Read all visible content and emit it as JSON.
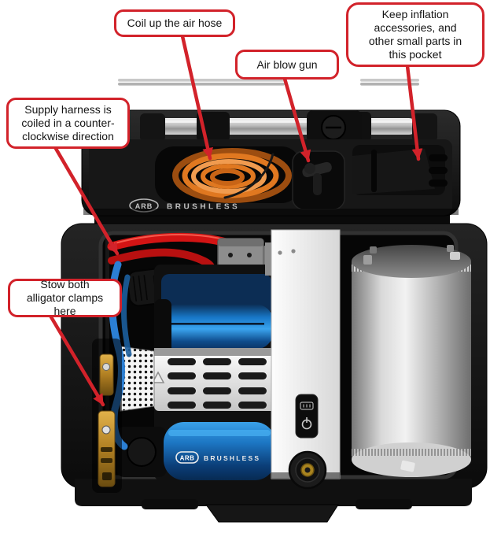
{
  "page": {
    "background": "#ffffff"
  },
  "annotation": {
    "accent_color": "#d2222a",
    "callouts": [
      {
        "id": "coil-hose",
        "text": "Coil up the air hose"
      },
      {
        "id": "air-blow-gun",
        "text": "Air blow gun"
      },
      {
        "id": "inflation-pocket",
        "text": "Keep inflation accessories, and other small parts in this pocket"
      },
      {
        "id": "supply-harness",
        "text": "Supply harness is coiled in a counter-clockwise direction"
      },
      {
        "id": "alligator-clamps",
        "text": "Stow both alligator clamps here"
      }
    ]
  },
  "product": {
    "lid_label": {
      "brand": "ARB",
      "series": "BRUSHLESS"
    },
    "compressor_label": {
      "brand": "ARB",
      "series": "BRUSHLESS"
    }
  }
}
